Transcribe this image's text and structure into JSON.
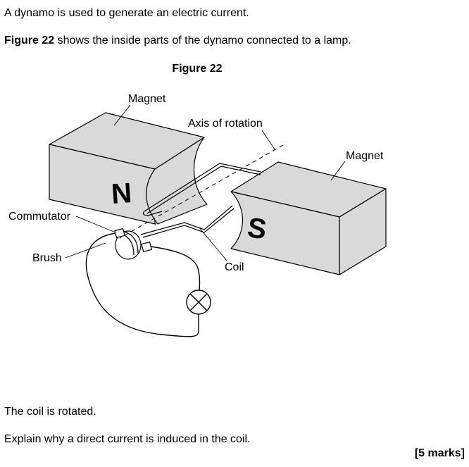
{
  "text": {
    "intro": "A dynamo is used to generate an electric current.",
    "figure_ref_bold": "Figure 22",
    "figure_ref_rest": " shows the inside parts of the dynamo connected to a lamp.",
    "figure_title": "Figure 22",
    "q_statement": "The coil is rotated.",
    "q_prompt": "Explain why a direct current is induced in the coil.",
    "marks": "[5 marks]"
  },
  "figure": {
    "labels": {
      "magnet_left": "Magnet",
      "magnet_right": "Magnet",
      "axis": "Axis of rotation",
      "commutator": "Commutator",
      "brush": "Brush",
      "coil": "Coil",
      "north": "N",
      "south": "S"
    },
    "colors": {
      "magnet_fill": "#d9d9d9",
      "stroke": "#000000",
      "lamp_fill": "#ffffff"
    },
    "icons": {
      "lamp": "lamp-symbol-icon"
    }
  }
}
